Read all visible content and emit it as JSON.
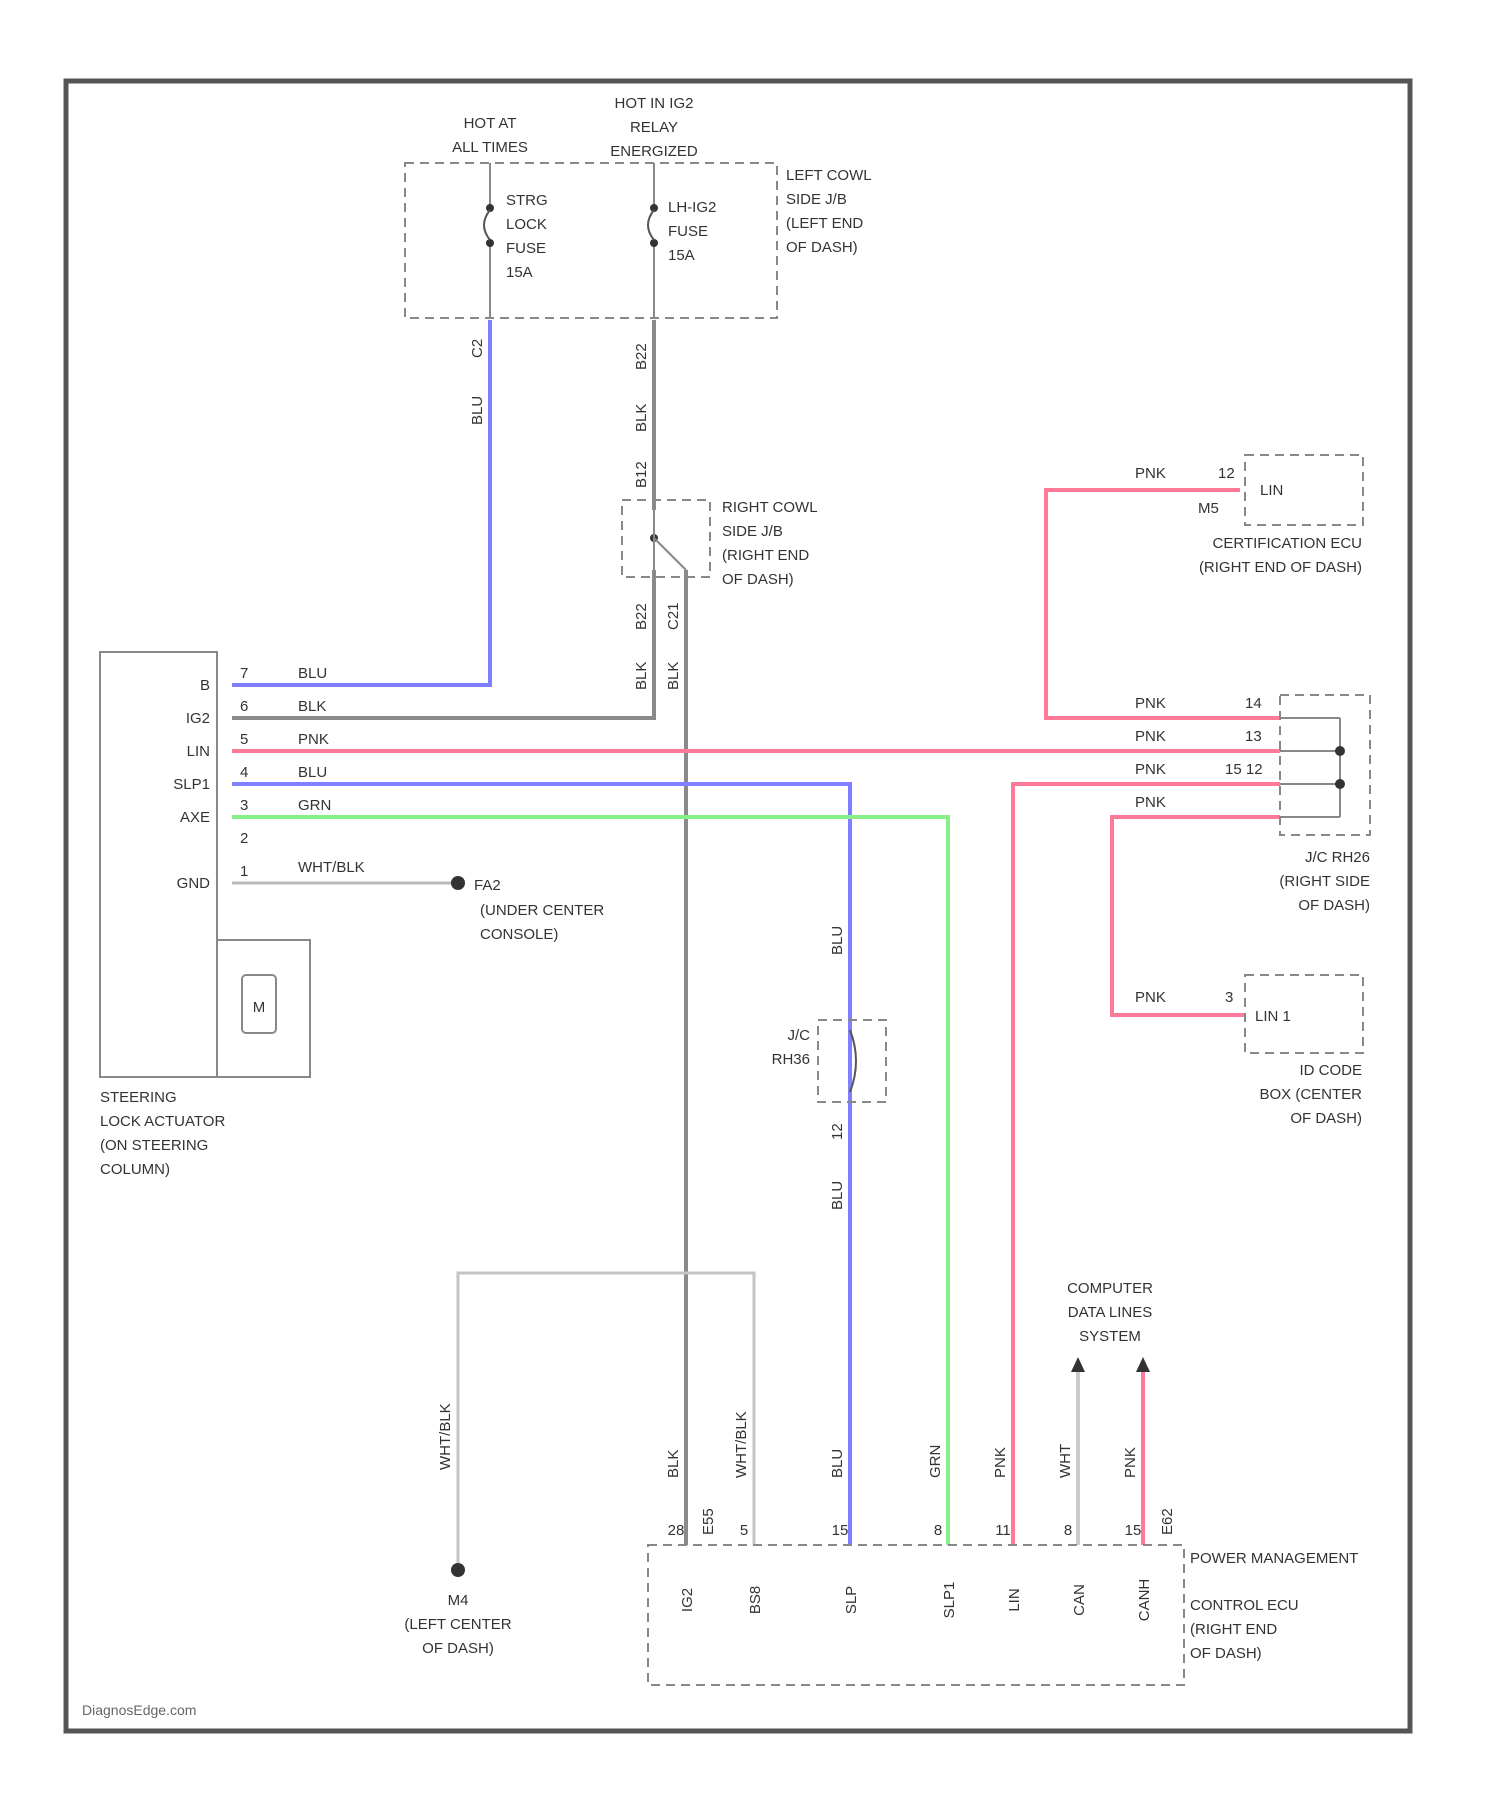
{
  "diagram": {
    "footer_credit": "DiagnosEdge.com",
    "wire_colors": {
      "BLU": "#7f7fff",
      "BLK": "#8a8a8a",
      "PNK": "#ff7a99",
      "GRN": "#88ee88",
      "WHT_BLK": "#b8b8b8",
      "WHT": "#cccccc"
    },
    "top_labels": {
      "hot_at_all_times": [
        "HOT AT",
        "ALL TIMES"
      ],
      "hot_in_ig2": [
        "HOT IN IG2",
        "RELAY",
        "ENERGIZED"
      ]
    },
    "left_cowl_jb": {
      "fuse1": [
        "STRG",
        "LOCK",
        "FUSE",
        "15A"
      ],
      "fuse2": [
        "LH-IG2",
        "FUSE",
        "15A"
      ],
      "label": [
        "LEFT COWL",
        "SIDE J/B",
        "(LEFT END",
        "OF DASH)"
      ],
      "wire1": [
        "C2",
        "BLU"
      ],
      "wire2": [
        "B22",
        "BLK",
        "B12"
      ]
    },
    "right_cowl_jb": {
      "label": [
        "RIGHT COWL",
        "SIDE J/B",
        "(RIGHT END",
        "OF DASH)"
      ],
      "wire_left": [
        "B22",
        "BLK"
      ],
      "wire_right": [
        "C21",
        "BLK"
      ]
    },
    "steering_lock": {
      "pins": [
        "B",
        "IG2",
        "LIN",
        "SLP1",
        "AXE",
        "",
        "GND"
      ],
      "pin_numbers": [
        "7",
        "6",
        "5",
        "4",
        "3",
        "2",
        "1"
      ],
      "wire_colors": [
        "BLU",
        "BLK",
        "PNK",
        "BLU",
        "GRN",
        "",
        "WHT/BLK"
      ],
      "label": [
        "STEERING",
        "LOCK ACTUATOR",
        "(ON STEERING",
        "COLUMN)"
      ],
      "motor_label": "M"
    },
    "ground_fa2": [
      "FA2",
      "(UNDER CENTER",
      "CONSOLE)"
    ],
    "certification_ecu": {
      "pin": "LIN",
      "wire": [
        "PNK",
        "12",
        "M5"
      ],
      "label": [
        "CERTIFICATION ECU",
        "(RIGHT END OF DASH)"
      ]
    },
    "jc_right_side": {
      "wires": [
        {
          "color": "PNK",
          "pin": "14"
        },
        {
          "color": "PNK",
          "pin": "13"
        },
        {
          "color": "PNK",
          "pin": "15 12"
        },
        {
          "color": "PNK",
          "pin": ""
        }
      ],
      "label": [
        "J/C RH26",
        "(RIGHT SIDE",
        "OF DASH)"
      ]
    },
    "id_code_box": {
      "pin": "LIN 1",
      "wire": [
        "PNK",
        "3"
      ],
      "label": [
        "ID CODE",
        "BOX (CENTER",
        "OF DASH)"
      ]
    },
    "jc_center": {
      "label": [
        "J/C",
        "RH36"
      ],
      "wire_upper": "BLU",
      "wire_lower": [
        "12",
        "BLU"
      ]
    },
    "computer_data_lines": [
      "COMPUTER",
      "DATA LINES",
      "SYSTEM"
    ],
    "power_mgmt_ecu": {
      "pins": [
        "IG2",
        "BS8",
        "SLP",
        "SLP1",
        "LIN",
        "CAN",
        "CANH"
      ],
      "wire_colors": [
        "BLK",
        "WHT/BLK",
        "BLU",
        "GRN",
        "PNK",
        "WHT",
        "PNK"
      ],
      "pin_numbers": [
        "28",
        "5",
        "15",
        "8",
        "11",
        "8",
        "15"
      ],
      "connectors": [
        "E55",
        "",
        "",
        "",
        "",
        "",
        "E62"
      ],
      "label_top": "POWER MANAGEMENT",
      "label": [
        "CONTROL ECU",
        "(RIGHT END",
        "OF DASH)"
      ]
    },
    "ground_m4": {
      "wire": "WHT/BLK",
      "label": [
        "M4",
        "(LEFT CENTER",
        "OF DASH)"
      ]
    }
  }
}
